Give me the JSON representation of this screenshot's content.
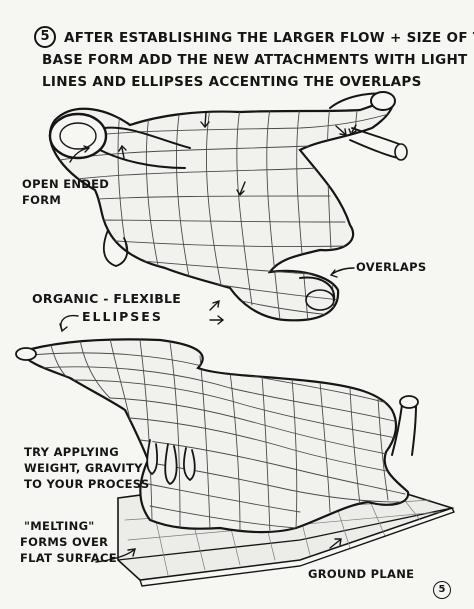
{
  "step_number": "5",
  "instructions": {
    "line1": "After establishing the larger flow + size of the",
    "line2": "base form add the new attachments with light",
    "line3": "lines and ellipses accenting the overlaps"
  },
  "labels": {
    "open_ended_form_line1": "Open ended",
    "open_ended_form_line2": "form",
    "overlaps": "Overlaps",
    "organic_flexible": "Organic - Flexible",
    "ellipses": "Ellipses",
    "try_applying_line1": "Try applying",
    "try_applying_line2": "weight, gravity",
    "try_applying_line3": "to your process",
    "melting_line1": "\"Melting\"",
    "melting_line2": "forms over",
    "melting_line3": "flat surface",
    "ground_plane": "Ground plane"
  },
  "page_number": "5",
  "colors": {
    "ink": "#151515",
    "paper": "#f6f6f3",
    "pencil": "#6a6a6a"
  }
}
